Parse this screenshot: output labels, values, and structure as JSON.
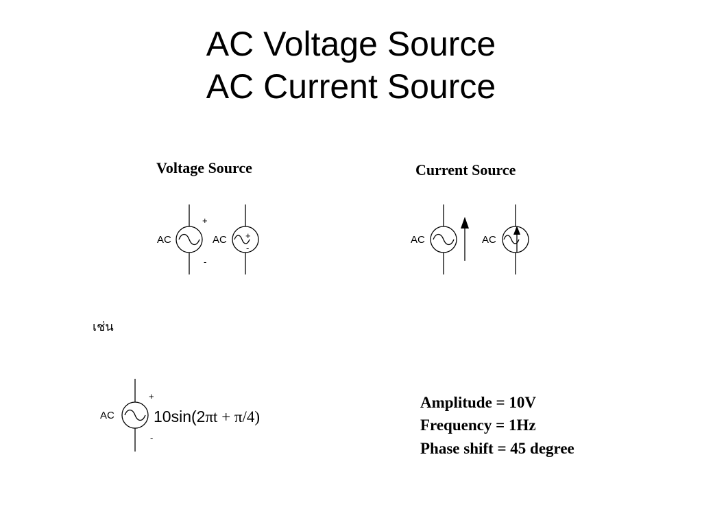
{
  "title": {
    "line1": "AC Voltage Source",
    "line2": "AC Current Source"
  },
  "voltage_section": {
    "heading": "Voltage Source",
    "source1_label": "AC",
    "source2_label": "AC",
    "plus": "+",
    "minus": "-"
  },
  "current_section": {
    "heading": "Current Source",
    "source1_label": "AC",
    "source2_label": "AC"
  },
  "example": {
    "label": "เช่น",
    "source_label": "AC",
    "plus": "+",
    "minus": "-",
    "expr_prefix": "10sin(2",
    "expr_suffix": "πt + π/4)"
  },
  "info": {
    "amplitude": "Amplitude = 10V",
    "frequency": "Frequency = 1Hz",
    "phase": "Phase shift = 45 degree"
  }
}
